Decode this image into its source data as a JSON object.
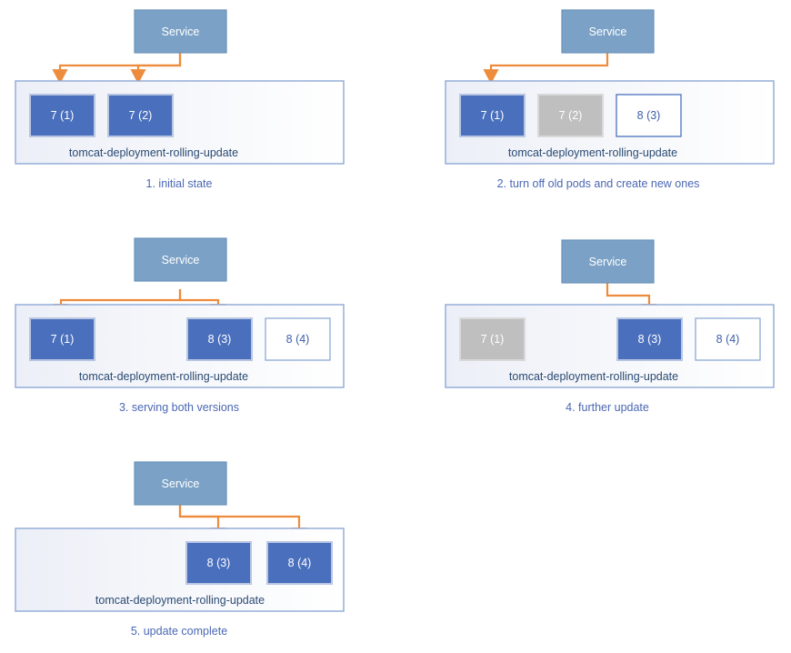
{
  "colors": {
    "service_fill": "#7ba2c6",
    "service_stroke": "#6a93ba",
    "pod_active_fill": "#4a6fbd",
    "pod_active_stroke": "#8ea9d6",
    "pod_terminating_fill": "#bfbfbf",
    "pod_terminating_stroke": "#d6d6d6",
    "pod_pending_fill": "#ffffff",
    "pod_pending_stroke": "#4a6fbd",
    "deployment_fill_start": "#eff2f8",
    "deployment_fill_end": "#ffffff",
    "deployment_stroke": "#8ea9d6",
    "arrow": "#ed8c3c",
    "caption_text": "#4a67b3",
    "deployment_text": "#2a4a72",
    "pod_text_light": "#ffffff",
    "pod_text_blue": "#3d5fa8"
  },
  "panels": [
    {
      "id": "panel-1",
      "caption": "1. initial state",
      "service": {
        "label": "Service"
      },
      "deployment": {
        "name": "tomcat-deployment-rolling-update"
      },
      "pods": [
        {
          "label": "7 (1)",
          "state": "active"
        },
        {
          "label": "7 (2)",
          "state": "active"
        }
      ],
      "arrow_targets": [
        "7 (1)",
        "7 (2)"
      ]
    },
    {
      "id": "panel-2",
      "caption": "2. turn off old pods and create new ones",
      "service": {
        "label": "Service"
      },
      "deployment": {
        "name": "tomcat-deployment-rolling-update"
      },
      "pods": [
        {
          "label": "7 (1)",
          "state": "active"
        },
        {
          "label": "7 (2)",
          "state": "terminating"
        },
        {
          "label": "8 (3)",
          "state": "pending"
        }
      ],
      "arrow_targets": [
        "7 (1)"
      ]
    },
    {
      "id": "panel-3",
      "caption": "3. serving both versions",
      "service": {
        "label": "Service"
      },
      "deployment": {
        "name": "tomcat-deployment-rolling-update"
      },
      "pods": [
        {
          "label": "7 (1)",
          "state": "active"
        },
        {
          "label": "8 (3)",
          "state": "active"
        },
        {
          "label": "8 (4)",
          "state": "pending"
        }
      ],
      "arrow_targets": [
        "7 (1)",
        "8 (3)"
      ]
    },
    {
      "id": "panel-4",
      "caption": "4. further update",
      "service": {
        "label": "Service"
      },
      "deployment": {
        "name": "tomcat-deployment-rolling-update"
      },
      "pods": [
        {
          "label": "7 (1)",
          "state": "terminating"
        },
        {
          "label": "8 (3)",
          "state": "active"
        },
        {
          "label": "8 (4)",
          "state": "pending"
        }
      ],
      "arrow_targets": [
        "8 (3)"
      ]
    },
    {
      "id": "panel-5",
      "caption": "5. update complete",
      "service": {
        "label": "Service"
      },
      "deployment": {
        "name": "tomcat-deployment-rolling-update"
      },
      "pods": [
        {
          "label": "8 (3)",
          "state": "active"
        },
        {
          "label": "8 (4)",
          "state": "active"
        }
      ],
      "arrow_targets": [
        "8 (3)",
        "8 (4)"
      ]
    }
  ]
}
